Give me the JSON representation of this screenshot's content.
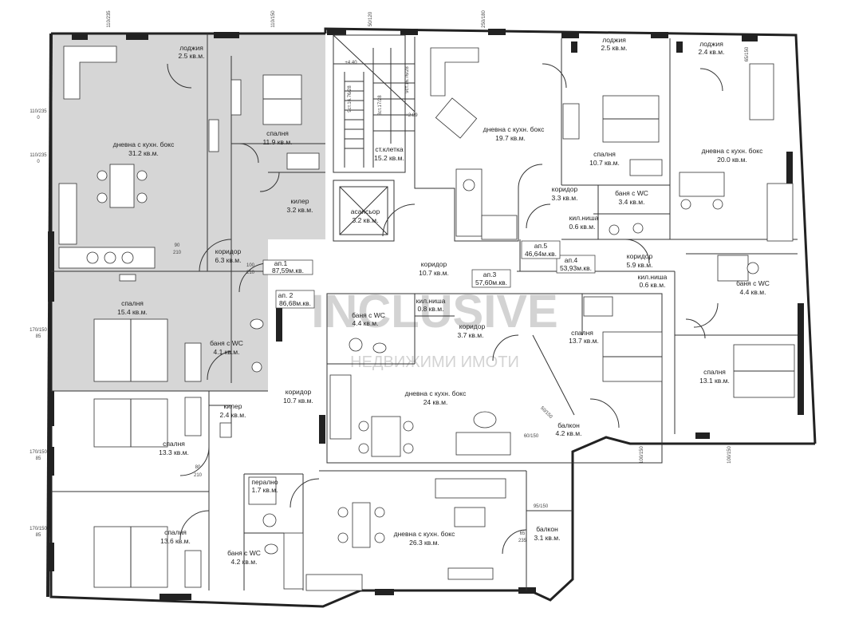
{
  "colors": {
    "shaded_apartment": "#d6d6d6",
    "wall": "#222222",
    "watermark": "#c9c9c9",
    "apartment_label_accent": "#c0504d"
  },
  "watermark": {
    "brand": "INCLUSIVE",
    "tagline": "НЕДВИЖИМИ ИМОТИ"
  },
  "apartments": [
    {
      "id": "ap1",
      "name": "ап.1",
      "area": "87,59м.кв."
    },
    {
      "id": "ap2",
      "name": "ап. 2",
      "area": "86,68м.кв."
    },
    {
      "id": "ap3",
      "name": "ап.3",
      "area": "57,60м.кв."
    },
    {
      "id": "ap4",
      "name": "ап.4",
      "area": "53,93м.кв."
    },
    {
      "id": "ap5",
      "name": "ап.5",
      "area": "46,64м.кв."
    }
  ],
  "rooms": [
    {
      "id": "r1",
      "name": "лоджия",
      "area": "2.5 кв.м."
    },
    {
      "id": "r2",
      "name": "дневна с кухн. бокс",
      "area": "31.2 кв.м."
    },
    {
      "id": "r3",
      "name": "спалня",
      "area": "11.9 кв.м."
    },
    {
      "id": "r4",
      "name": "килер",
      "area": "3.2 кв.м."
    },
    {
      "id": "r5",
      "name": "коридор",
      "area": "6.3 кв.м."
    },
    {
      "id": "r6",
      "name": "спалня",
      "area": "15.4 кв.м."
    },
    {
      "id": "r7",
      "name": "баня с WC",
      "area": "4.1 кв.м."
    },
    {
      "id": "r8",
      "name": "ст.клетка",
      "area": "15.2 кв.м."
    },
    {
      "id": "r9",
      "name": "асансьор",
      "area": "3.2 кв.м."
    },
    {
      "id": "r10",
      "name": "коридор",
      "area": "10.7 кв.м."
    },
    {
      "id": "r11",
      "name": "дневна с кухн. бокс",
      "area": "19.7 кв.м."
    },
    {
      "id": "r12",
      "name": "лоджия",
      "area": "2.5 кв.м."
    },
    {
      "id": "r13",
      "name": "спалня",
      "area": "10.7 кв.м."
    },
    {
      "id": "r14",
      "name": "коридор",
      "area": "3.3 кв.м."
    },
    {
      "id": "r15",
      "name": "баня с WC",
      "area": "3.4 кв.м."
    },
    {
      "id": "r16",
      "name": "кил.ниша",
      "area": "0.6 кв.м."
    },
    {
      "id": "r17",
      "name": "лоджия",
      "area": "2.4 кв.м."
    },
    {
      "id": "r18",
      "name": "дневна с кухн. бокс",
      "area": "20.0 кв.м."
    },
    {
      "id": "r19",
      "name": "коридор",
      "area": "5.9 кв.м."
    },
    {
      "id": "r20",
      "name": "кил.ниша",
      "area": "0.6 кв.м."
    },
    {
      "id": "r21",
      "name": "баня с WC",
      "area": "4.4 кв.м."
    },
    {
      "id": "r22",
      "name": "спалня",
      "area": "13.1 кв.м."
    },
    {
      "id": "r23",
      "name": "кил.ниша",
      "area": "0.8 кв.м."
    },
    {
      "id": "r24",
      "name": "баня с WC",
      "area": "4.4 кв.м."
    },
    {
      "id": "r25",
      "name": "коридор",
      "area": "3.7 кв.м."
    },
    {
      "id": "r26",
      "name": "спалня",
      "area": "13.7 кв.м."
    },
    {
      "id": "r27",
      "name": "дневна с кухн. бокс",
      "area": "24 кв.м."
    },
    {
      "id": "r28",
      "name": "балкон",
      "area": "4.2 кв.м."
    },
    {
      "id": "r29",
      "name": "коридор",
      "area": "10.7 кв.м."
    },
    {
      "id": "r30",
      "name": "килер",
      "area": "2.4 кв.м."
    },
    {
      "id": "r31",
      "name": "спалня",
      "area": "13.3 кв.м."
    },
    {
      "id": "r32",
      "name": "спалня",
      "area": "13.6 кв.м."
    },
    {
      "id": "r33",
      "name": "перално",
      "area": "1.7 кв.м."
    },
    {
      "id": "r34",
      "name": "баня с WC",
      "area": "4.2 кв.м."
    },
    {
      "id": "r35",
      "name": "дневна с кухн. бокс",
      "area": "26.3 кв.м."
    },
    {
      "id": "r36",
      "name": "балкон",
      "area": "3.1 кв.м."
    }
  ],
  "stair_notes": [
    "9ст.16.76/28",
    "8ст.17/28",
    "9ст.16.76/28"
  ],
  "levels": [
    "+4.40",
    "+2.89"
  ],
  "dimension_notes": [
    "110/235",
    "110/150",
    "50/120",
    "250/180",
    "65/150",
    "110/235",
    "110/235",
    "170/150",
    "170/150",
    "170/150",
    "100/150",
    "100/150",
    "95/150",
    "60/150",
    "50/150",
    "80",
    "210",
    "90",
    "210",
    "100",
    "210",
    "65",
    "235",
    "85",
    "0",
    "0",
    "85",
    "85"
  ]
}
